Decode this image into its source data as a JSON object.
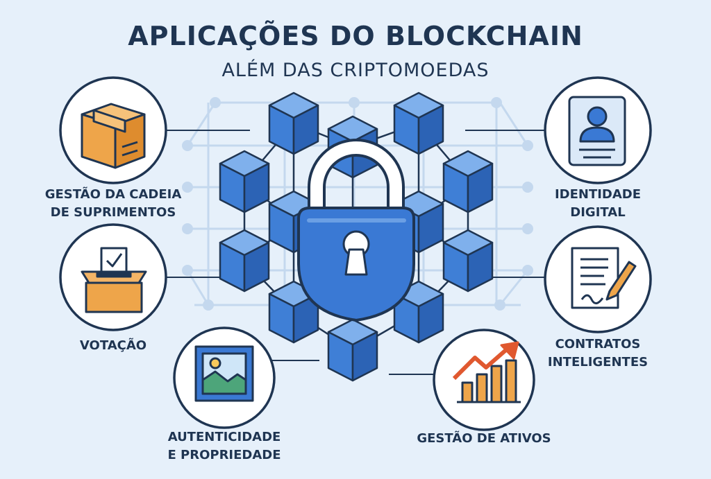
{
  "title": "APLICAÇÕES DO BLOCKCHAIN",
  "subtitle": "ALÉM DAS CRIPTOMOEDAS",
  "applications": {
    "supply_chain": {
      "line1": "GESTÃO DA CADEIA",
      "line2": "DE SUPRIMENTOS",
      "icon": "package-box-icon"
    },
    "voting": {
      "line1": "VOTAÇÃO",
      "icon": "ballot-box-icon"
    },
    "authenticity": {
      "line1": "AUTENTICIDADE",
      "line2": "E PROPRIEDADE",
      "icon": "picture-frame-icon"
    },
    "asset_management": {
      "line1": "GESTÃO DE ATIVOS",
      "icon": "growth-chart-icon"
    },
    "smart_contracts": {
      "line1": "CONTRATOS",
      "line2": "INTELIGENTES",
      "icon": "contract-pen-icon"
    },
    "digital_identity": {
      "line1": "IDENTIDADE",
      "line2": "DIGITAL",
      "icon": "id-card-icon"
    }
  },
  "center": {
    "icon": "padlock-icon",
    "network": "blockchain-cube-network"
  },
  "colors": {
    "background": "#e6f0fa",
    "text": "#1f3552",
    "circle_outline": "#1f3552",
    "cube_front": "#3f7fd6",
    "cube_top": "#7fb0ec",
    "cube_side": "#2c63b5",
    "lock": "#3a79d4",
    "box_orange": "#eea54a"
  }
}
